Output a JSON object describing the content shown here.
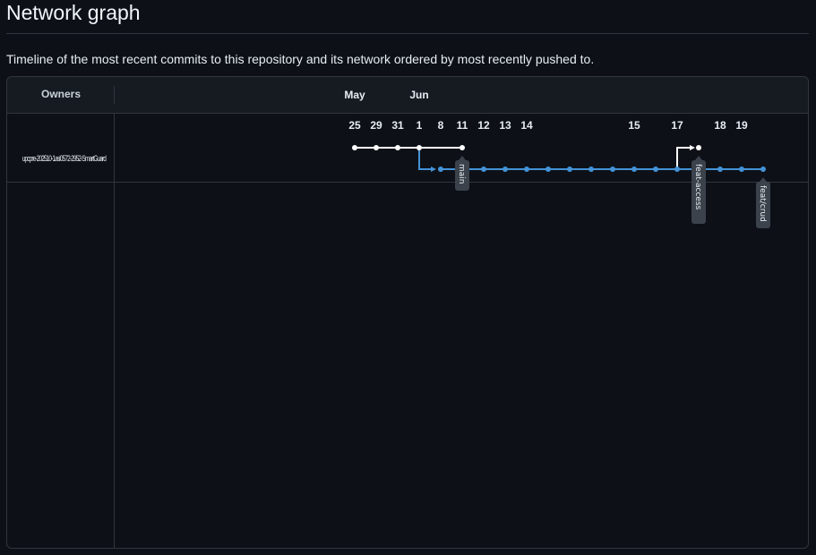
{
  "page": {
    "title": "Network graph",
    "description": "Timeline of the most recent commits to this repository and its network ordered by most recently pushed to."
  },
  "graph": {
    "owners_label": "Owners",
    "owner": "upcpre-202510-1asi0572-2952-SmartGuard",
    "months": [
      {
        "label": "May"
      },
      {
        "label": "Jun"
      }
    ],
    "days": [
      "25",
      "29",
      "31",
      "1",
      "8",
      "11",
      "12",
      "13",
      "14",
      "15",
      "17",
      "18",
      "19"
    ],
    "branches": [
      {
        "name": "main"
      },
      {
        "name": "feat-access"
      },
      {
        "name": "feat/crud"
      }
    ],
    "colors": {
      "background": "#0d1117",
      "header": "#161b22",
      "border": "#30363d",
      "main_line": "#ffffff",
      "branch_line": "#4493d8",
      "label_bg": "#3b424b"
    }
  }
}
